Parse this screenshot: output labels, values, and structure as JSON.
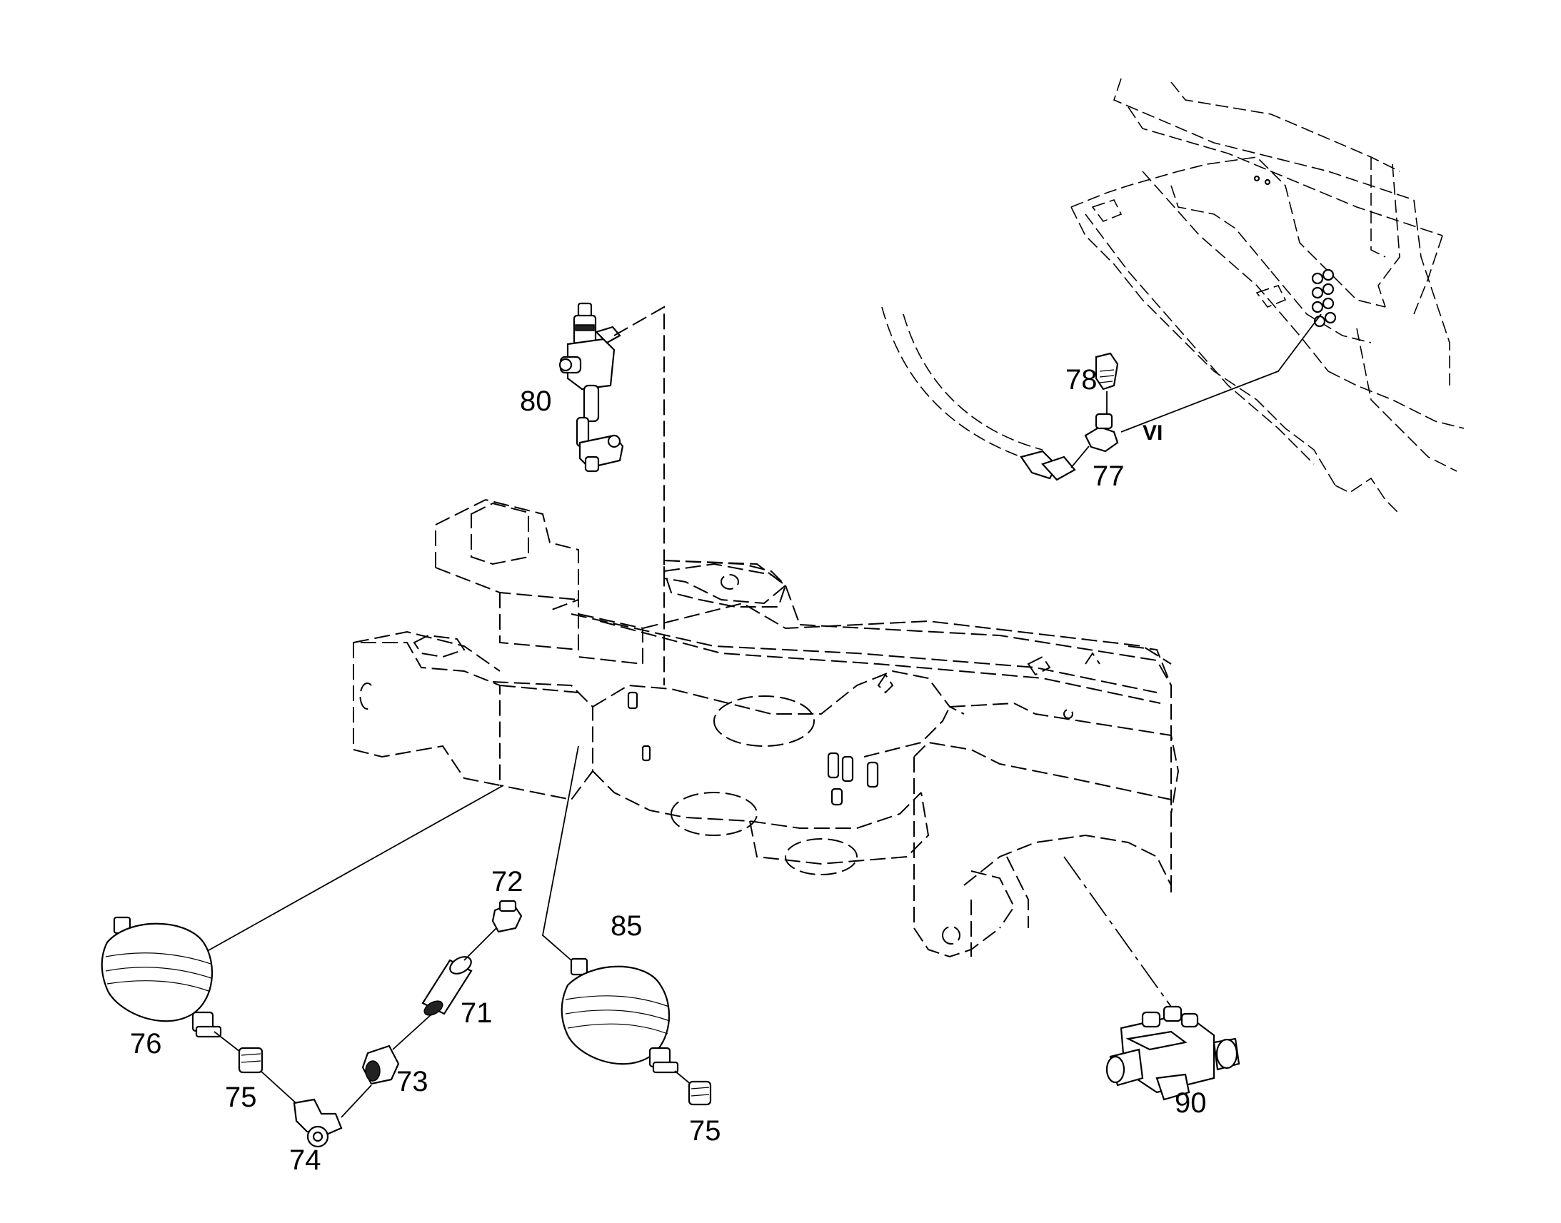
{
  "callouts": {
    "c71": "71",
    "c72": "72",
    "c73": "73",
    "c74": "74",
    "c75a": "75",
    "c75b": "75",
    "c76": "76",
    "c77": "77",
    "c78": "78",
    "c80": "80",
    "c85": "85",
    "c90": "90"
  },
  "view_label": "VI"
}
